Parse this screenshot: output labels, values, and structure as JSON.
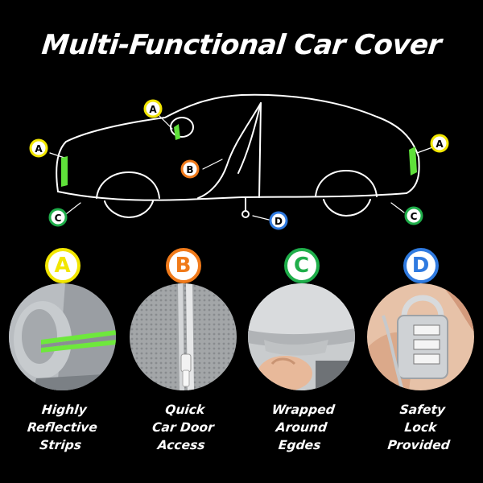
{
  "title": "Multi-Functional Car Cover",
  "colors": {
    "a": "#f2e600",
    "b": "#f07a1a",
    "c": "#1fae4a",
    "d": "#2f7ae0",
    "reflective": "#5fe03a"
  },
  "features": [
    {
      "letter": "A",
      "color": "#f2e600",
      "caption": [
        "Highly",
        "Reflective",
        "Strips"
      ],
      "photo": "reflective-strip-photo"
    },
    {
      "letter": "B",
      "color": "#f07a1a",
      "caption": [
        "Quick",
        "Car Door",
        "Access"
      ],
      "photo": "zipper-door-photo"
    },
    {
      "letter": "C",
      "color": "#1fae4a",
      "caption": [
        "Wrapped",
        "Around",
        "Egdes"
      ],
      "photo": "elastic-edge-photo"
    },
    {
      "letter": "D",
      "color": "#2f7ae0",
      "caption": [
        "Safety",
        "Lock",
        "Provided"
      ],
      "photo": "combination-lock-photo"
    }
  ],
  "diagram_labels": {
    "a": "A",
    "b": "B",
    "c": "C",
    "d": "D"
  }
}
